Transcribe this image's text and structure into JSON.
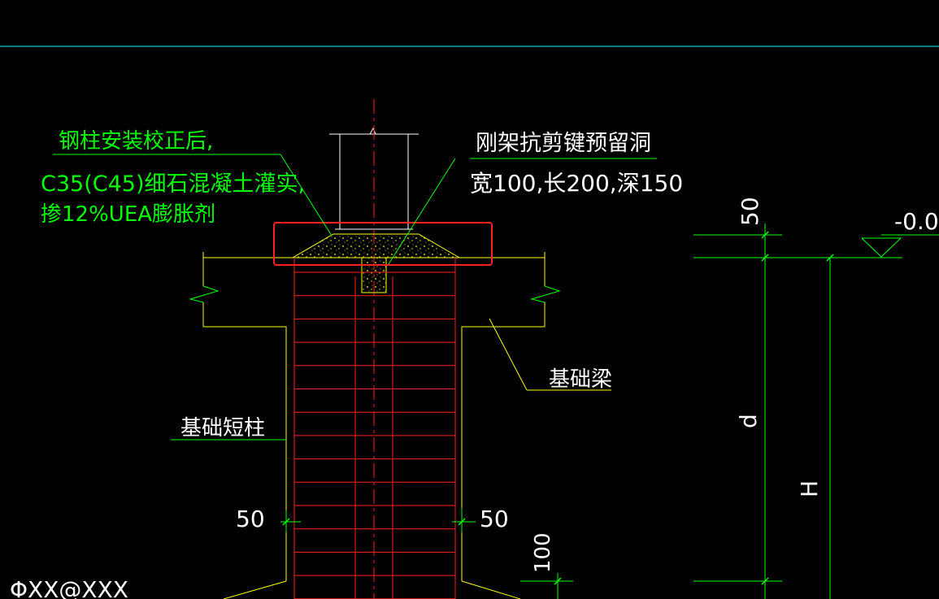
{
  "annotations": {
    "grout_line1": "钢柱安装校正后,",
    "grout_line2": "C35(C45)细石混凝土灌实,",
    "grout_line3": "掺12%UEA膨胀剂",
    "shear_key_line1": "刚架抗剪键预留洞",
    "shear_key_line2": "宽100,长200,深150",
    "foundation_beam": "基础梁",
    "short_column": "基础短柱",
    "rebar_spec": "ΦXX@XXX"
  },
  "dimensions": {
    "top_50": "50",
    "left_50": "50",
    "right_50": "50",
    "d_label": "d",
    "h_label": "H",
    "bottom_100": "100",
    "elevation": "-0.0"
  },
  "colors": {
    "background": "#000000",
    "annotation_text": "#00ff00",
    "dimension_lines": "#00ff00",
    "drawing_text": "#ffffff",
    "concrete_outline": "#ffff00",
    "rebar": "#ff0000",
    "highlight_box": "#ff2020",
    "top_rule": "#00ffff"
  }
}
